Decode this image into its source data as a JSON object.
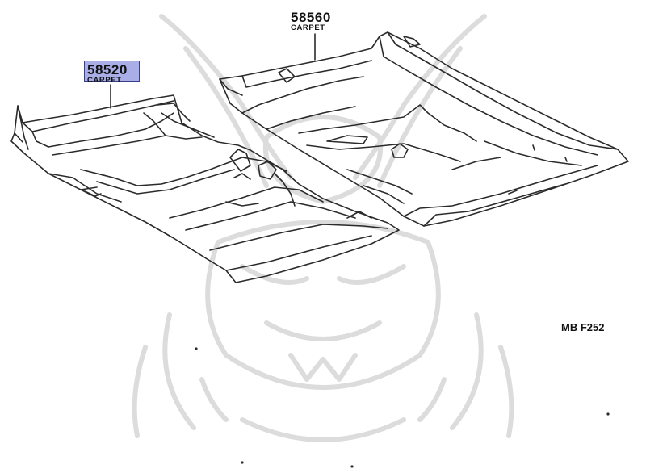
{
  "parts": [
    {
      "number": "58520",
      "name": "CARPET",
      "highlighted": true
    },
    {
      "number": "58560",
      "name": "CARPET",
      "highlighted": false
    }
  ],
  "diagram_code": "MB F252",
  "colors": {
    "line": "#2b2b2b",
    "highlight_fill": "#a9aee6",
    "highlight_border": "#3a3f8c",
    "watermark": "#d9d9d9"
  },
  "watermark_icon": "samurai-helmet-watermark"
}
